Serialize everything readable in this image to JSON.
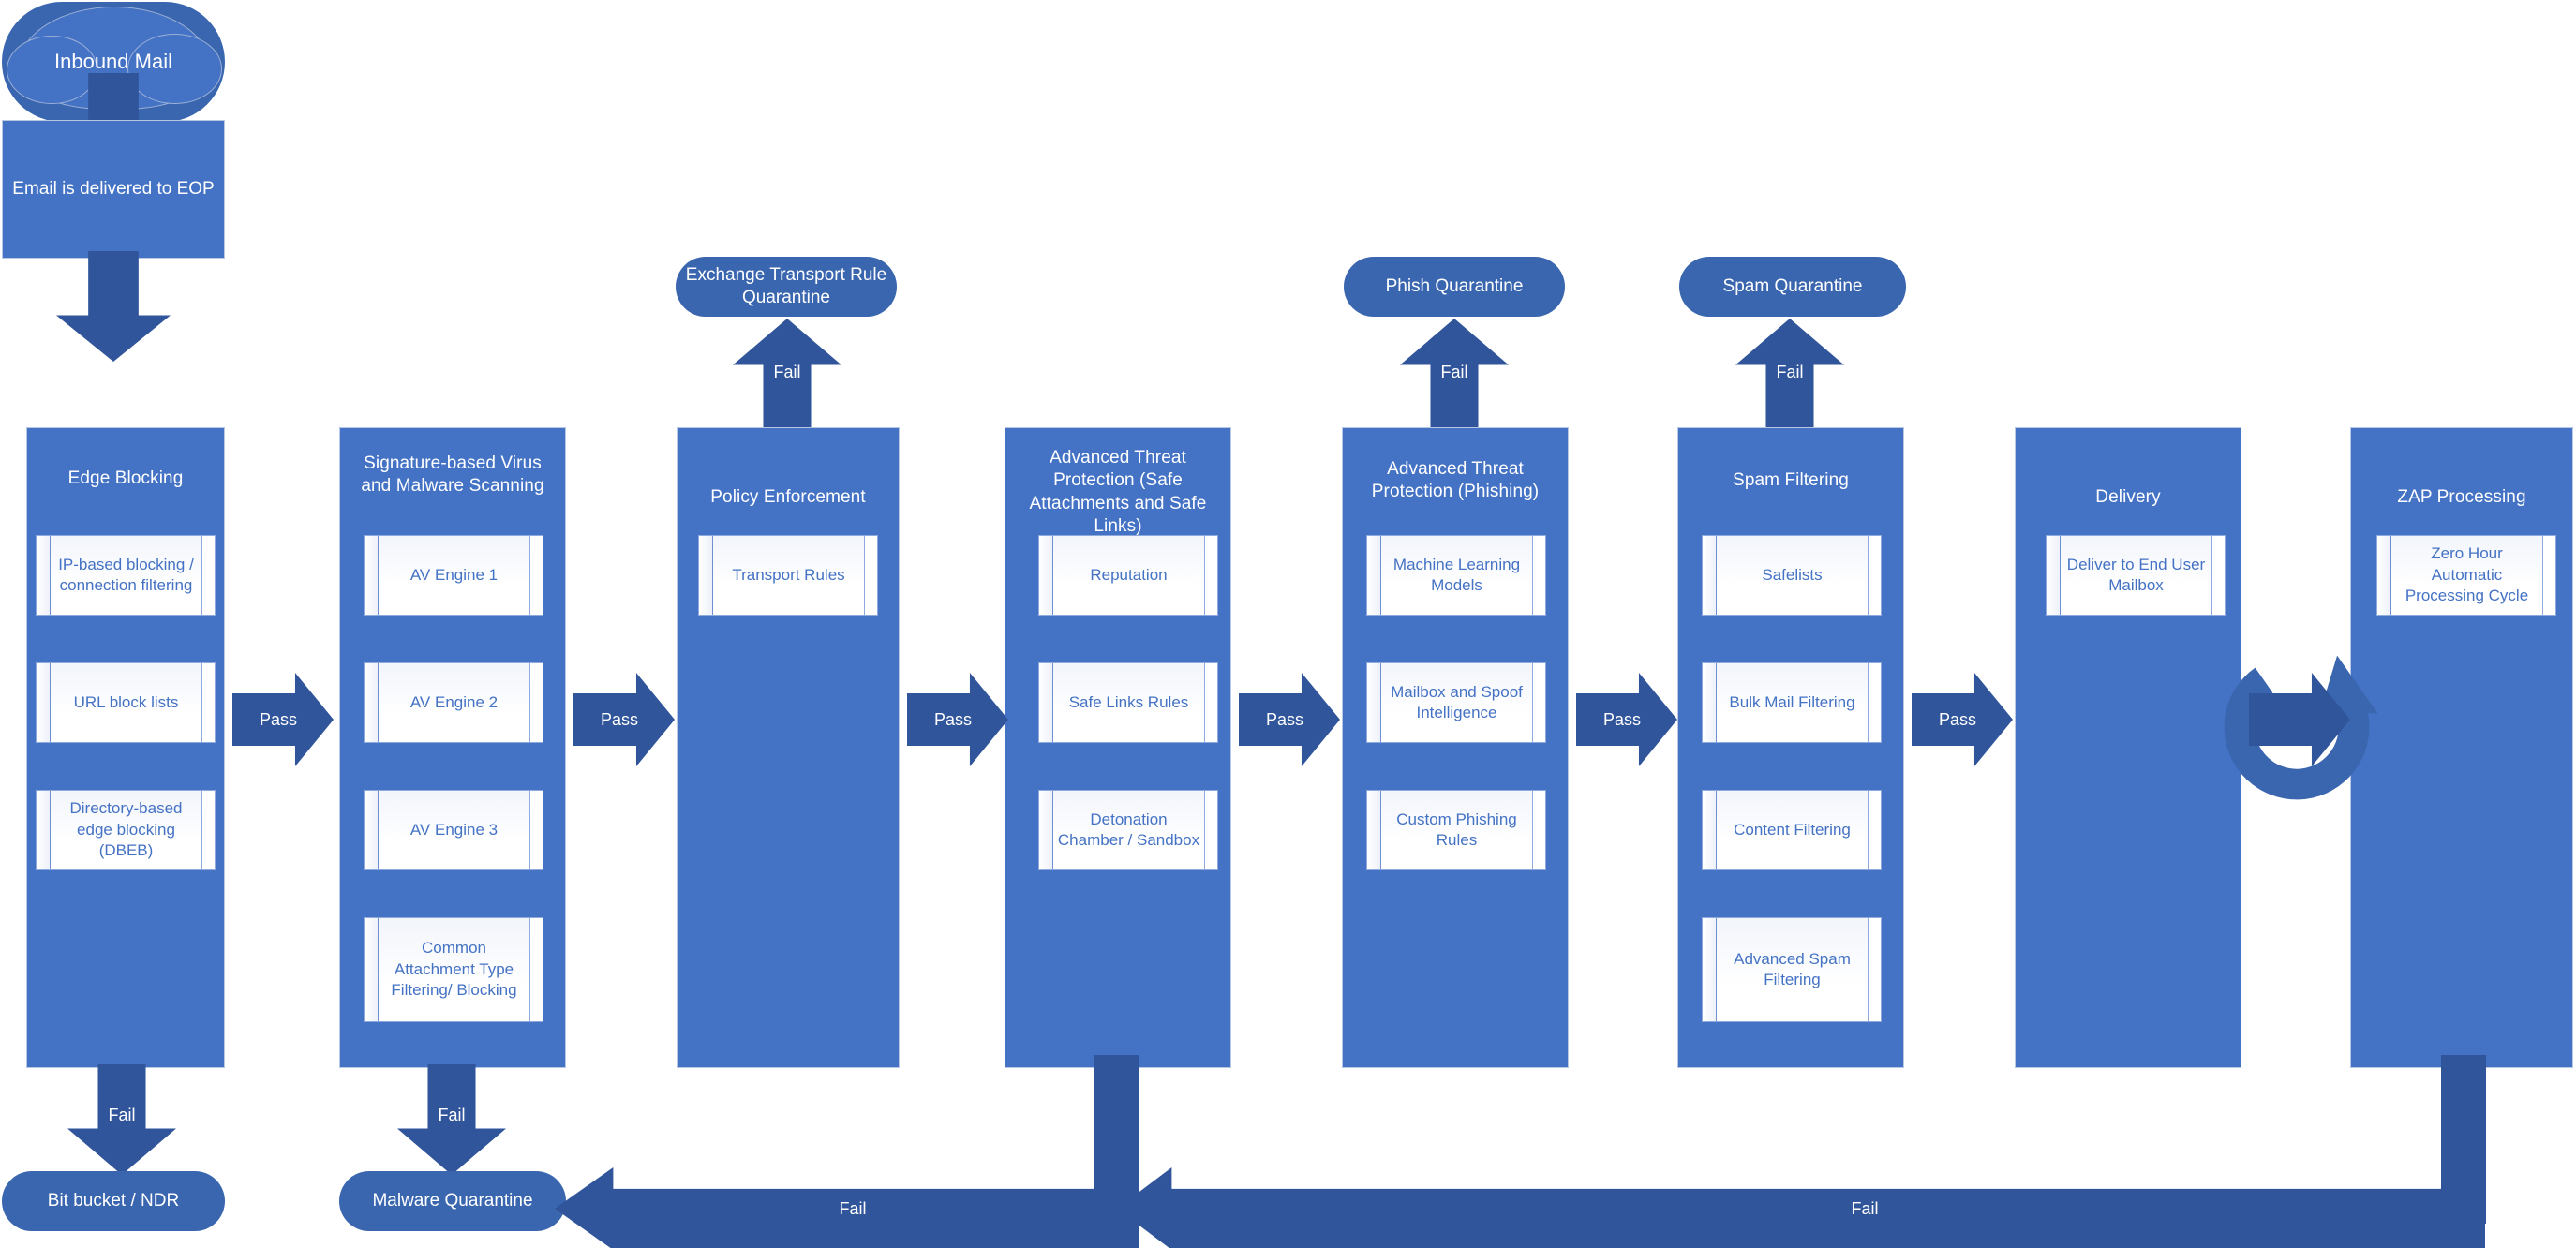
{
  "diagram": {
    "title": "Exchange Online Protection mail flow",
    "colors": {
      "stage_fill": "#4472C4",
      "arrow_fill": "#30559B",
      "terminator_fill": "#3A66AF",
      "subitem_text": "#4472C4",
      "subitem_border": "#8FAADC",
      "canvas": "#FFFFFF"
    }
  },
  "entry": {
    "cloud_label": "Inbound Mail",
    "eop_label": "Email is delivered to EOP"
  },
  "stages": [
    {
      "id": "edge-blocking",
      "title": "Edge Blocking",
      "items": [
        "IP-based blocking / connection filtering",
        "URL block lists",
        "Directory-based edge blocking (DBEB)"
      ]
    },
    {
      "id": "virus-malware-scanning",
      "title": "Signature-based Virus and Malware Scanning",
      "items": [
        "AV Engine 1",
        "AV Engine 2",
        "AV Engine 3",
        "Common Attachment Type Filtering/ Blocking"
      ]
    },
    {
      "id": "policy-enforcement",
      "title": "Policy Enforcement",
      "items": [
        "Transport Rules"
      ]
    },
    {
      "id": "atp-safe-attachments-links",
      "title": "Advanced Threat Protection (Safe Attachments and Safe Links)",
      "items": [
        "Reputation",
        "Safe Links Rules",
        "Detonation Chamber / Sandbox"
      ]
    },
    {
      "id": "atp-phishing",
      "title": "Advanced Threat Protection (Phishing)",
      "items": [
        "Machine Learning Models",
        "Mailbox and Spoof Intelligence",
        "Custom Phishing Rules"
      ]
    },
    {
      "id": "spam-filtering",
      "title": "Spam Filtering",
      "items": [
        "Safelists",
        "Bulk Mail Filtering",
        "Content Filtering",
        "Advanced Spam Filtering"
      ]
    },
    {
      "id": "delivery",
      "title": "Delivery",
      "items": [
        "Deliver to End User Mailbox"
      ]
    },
    {
      "id": "zap-processing",
      "title": "ZAP Processing",
      "items": [
        "Zero Hour Automatic Processing Cycle"
      ]
    }
  ],
  "quarantines": {
    "exchange_transport_rule": "Exchange Transport Rule Quarantine",
    "phish": "Phish Quarantine",
    "spam": "Spam Quarantine",
    "bit_bucket": "Bit bucket / NDR",
    "malware": "Malware Quarantine"
  },
  "edges": {
    "pass_label": "Pass",
    "fail_label": "Fail",
    "pass_labels": [
      "Pass",
      "Pass",
      "Pass",
      "Pass",
      "Pass",
      "Pass",
      "Pass"
    ],
    "fail_up_labels": [
      "Fail",
      "Fail",
      "Fail"
    ],
    "fail_down_labels": [
      "Fail",
      "Fail"
    ],
    "fail_return_labels": [
      "Fail",
      "Fail"
    ]
  }
}
